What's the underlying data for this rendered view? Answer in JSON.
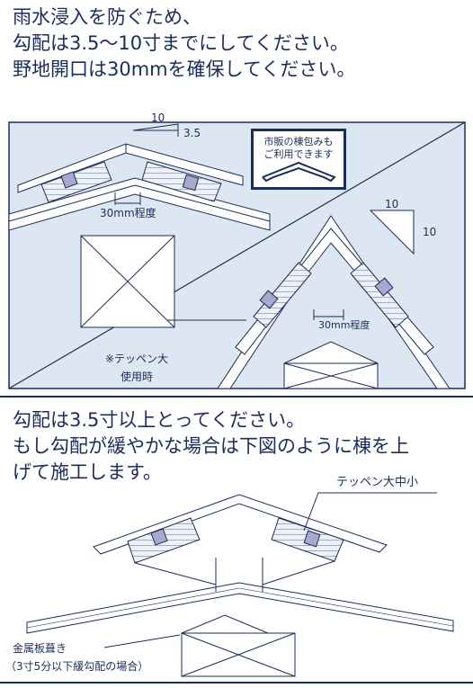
{
  "heading_top": [
    "雨水浸入を防ぐため、",
    "勾配は3.5～10寸までにしてください。",
    "野地開口は30mmを確保してください。"
  ],
  "top_panel": {
    "slope_a_run": "10",
    "slope_a_rise": "3.5",
    "callout_lines": [
      "市販の棟包みも",
      "ご利用できます"
    ],
    "gap_label_left": "30mm程度",
    "slope_b_run": "10",
    "slope_b_rise": "10",
    "gap_label_right": "30mm程度",
    "note_lines": [
      "※テッペン大",
      "使用時"
    ]
  },
  "heading_bottom": [
    "勾配は3.5寸以上とってください。",
    "もし勾配が緩やかな場合は下図のように棟を上",
    "げて施工します。"
  ],
  "bottom_panel": {
    "product_label": "テッペン大中小",
    "roof_label_lines": [
      "金属板葺き",
      "（3寸5分以下緩勾配の場合）"
    ]
  },
  "colors": {
    "navy": "#1b2d5b",
    "panel_bg": "#dde7f1",
    "vent_fill": "#a7a7cf",
    "slat_fill": "#eef2f7"
  }
}
